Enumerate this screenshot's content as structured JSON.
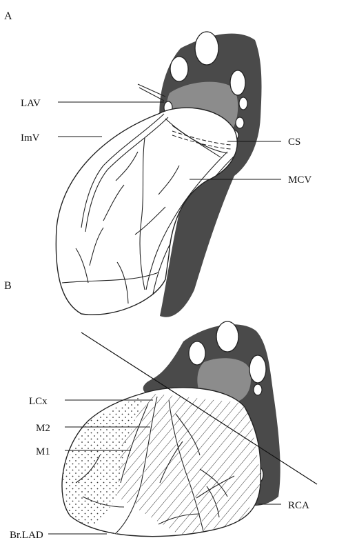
{
  "panel_a": {
    "letter": "A",
    "labels": {
      "lav": "LAV",
      "imv": "ImV",
      "cs": "CS",
      "mcv": "MCV"
    }
  },
  "panel_b": {
    "letter": "B",
    "labels": {
      "lcx": "LCx",
      "m2": "M2",
      "m1": "M1",
      "br_lad": "Br.LAD",
      "rca": "RCA"
    }
  },
  "colors": {
    "myocardium_dark": "#4a4a4a",
    "atrium_gray": "#8c8c8c",
    "line": "#111111"
  }
}
